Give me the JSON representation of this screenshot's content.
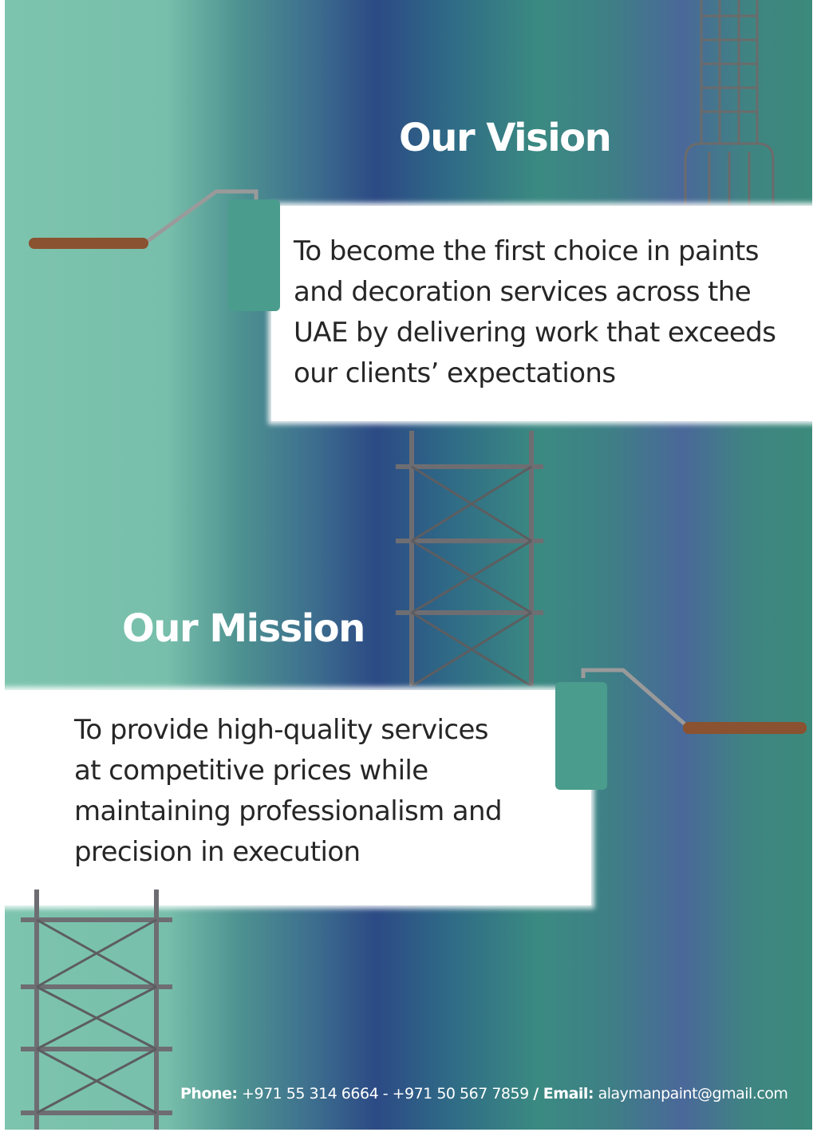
{
  "vision": {
    "title": "Our Vision",
    "text": "To become the first choice in paints and decoration services across the UAE by delivering work that exceeds our clients’ expectations"
  },
  "mission": {
    "title": "Our Mission",
    "text": "To provide high-quality services at competitive prices while maintaining professionalism and precision in execution"
  },
  "footer": {
    "phone_label": "Phone:",
    "phone_value": " +971 55 314 6664 - +971 50 567 7859 ",
    "separator": "/",
    "email_label": " Email:",
    "email_value": " alaymanpaint@gmail.com"
  },
  "colors": {
    "mint": "#7dc4ae",
    "navy": "#2c4a85",
    "teal": "#3b8a82"
  }
}
